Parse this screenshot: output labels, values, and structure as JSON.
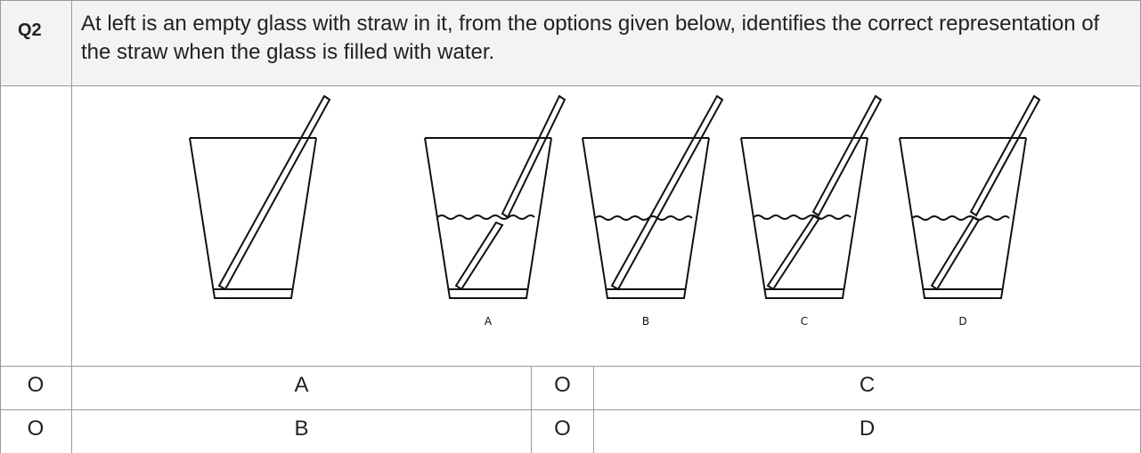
{
  "question": {
    "number": "Q2",
    "text": "At left is an empty glass with straw in it, from the options given below, identifies the correct representation of the straw when the glass is filled with water."
  },
  "figure": {
    "labels": [
      "A",
      "B",
      "C",
      "D"
    ]
  },
  "options": [
    {
      "marker": "O",
      "label": "A"
    },
    {
      "marker": "O",
      "label": "C"
    },
    {
      "marker": "O",
      "label": "B"
    },
    {
      "marker": "O",
      "label": "D"
    }
  ]
}
